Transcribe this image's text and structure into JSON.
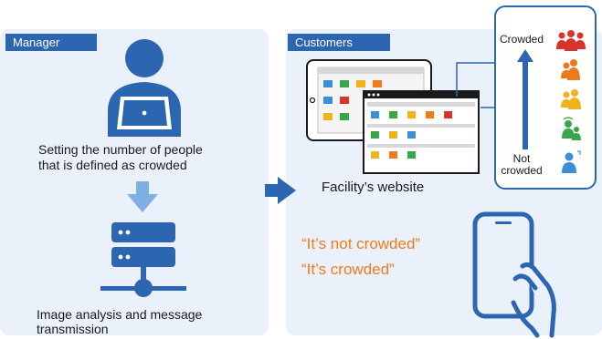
{
  "manager": {
    "tag": "Manager",
    "step1_line1": "Setting the number of people",
    "step1_line2": "that is defined as crowded",
    "step2_line1": "Image analysis and message",
    "step2_line2": "transmission"
  },
  "customers": {
    "tag": "Customers",
    "website_label": "Facility’s website",
    "message_not_crowded": "“It’s not crowded”",
    "message_crowded": "“It’s crowded”"
  },
  "legend": {
    "top_label": "Crowded",
    "bottom_line1": "Not",
    "bottom_line2": "crowded",
    "level_colors": [
      "#d9342b",
      "#ee7a1e",
      "#f2b21c",
      "#3aa64a",
      "#3c8fd6"
    ]
  },
  "colors": {
    "accent_blue": "#2c66b0",
    "light_blue": "#5a9ad8",
    "panel_bg": "#eaf1fa",
    "message_orange": "#ee7a1e"
  }
}
